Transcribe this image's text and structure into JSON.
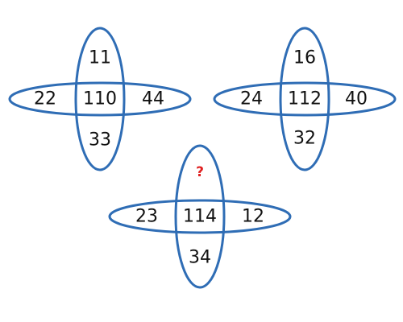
{
  "figures": [
    {
      "top": "11",
      "left": "22",
      "center": "110",
      "right": "44",
      "bottom": "33"
    },
    {
      "top": "16",
      "left": "24",
      "center": "112",
      "right": "40",
      "bottom": "32"
    },
    {
      "top": "?",
      "left": "23",
      "center": "114",
      "right": "12",
      "bottom": "34"
    }
  ],
  "colors": {
    "ellipse_stroke": "#2f6db5",
    "number_text": "#111111",
    "unknown_text": "#e02020"
  }
}
